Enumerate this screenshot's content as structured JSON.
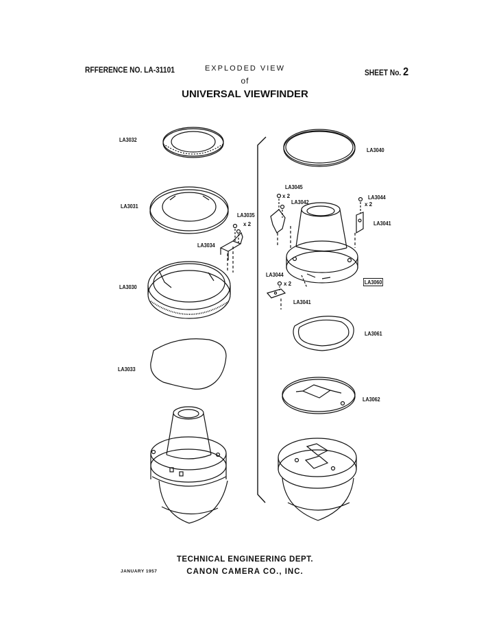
{
  "header": {
    "reference": "RFFERENCE NO. LA-31101",
    "title_line1": "EXPLODED VIEW",
    "title_line2": "of",
    "title_line3": "UNIVERSAL VIEWFINDER",
    "sheet_label": "SHEET No.",
    "sheet_number": "2"
  },
  "parts": {
    "la3032": "LA3032",
    "la3031": "LA3031",
    "la3035": "LA3035",
    "la3035_qty": "x 2",
    "la3034": "LA3034",
    "la3030": "LA3030",
    "la3033": "LA3033",
    "la3040": "LA3040",
    "la3045": "LA3045",
    "la3045_qty": "x 2",
    "la3042": "LA3042",
    "la3044_right": "LA3044",
    "la3044_right_qty": "x 2",
    "la3041_right": "LA3041",
    "la3060": "LA3060",
    "la3044_left": "LA3044",
    "la3044_left_qty": "x 2",
    "la3041_left": "LA3041",
    "la3061": "LA3061",
    "la3062": "LA3062"
  },
  "footer": {
    "date": "JANUARY 1957",
    "dept": "TECHNICAL ENGINEERING DEPT.",
    "company": "CANON CAMERA CO., INC."
  }
}
